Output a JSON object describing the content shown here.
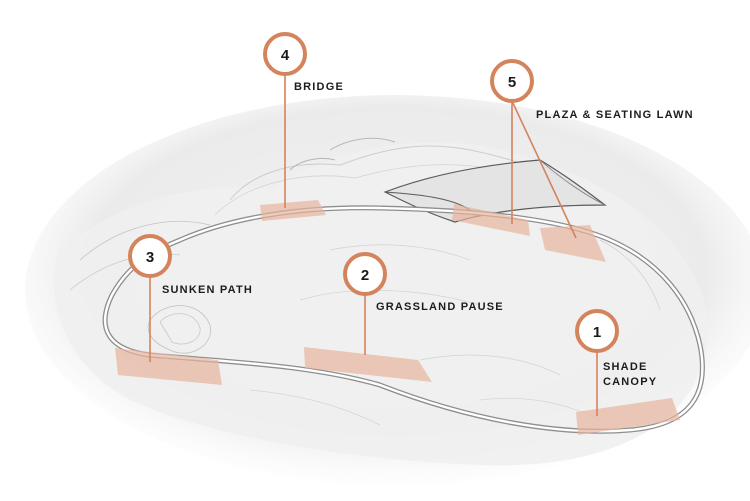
{
  "colors": {
    "accent": "#d4845c",
    "highlight": "#e7b39c",
    "path": "#8e8e8e",
    "terrain": "#cfcfcf",
    "text": "#1c1c1c"
  },
  "stops": [
    {
      "number": "1",
      "label_lines": [
        "SHADE",
        "CANOPY"
      ]
    },
    {
      "number": "2",
      "label_lines": [
        "GRASSLAND PAUSE"
      ]
    },
    {
      "number": "3",
      "label_lines": [
        "SUNKEN PATH"
      ]
    },
    {
      "number": "4",
      "label_lines": [
        "BRIDGE"
      ]
    },
    {
      "number": "5",
      "label_lines": [
        "PLAZA & SEATING LAWN"
      ]
    }
  ]
}
